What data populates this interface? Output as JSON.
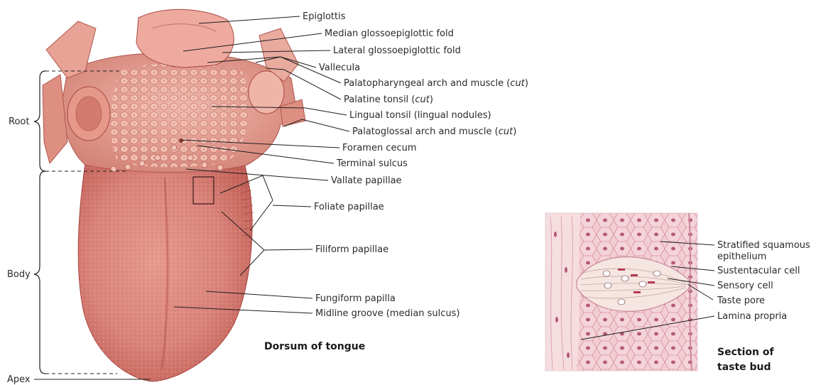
{
  "captions": {
    "dorsum": "Dorsum of tongue",
    "section_line1": "Section of",
    "section_line2": "taste bud"
  },
  "regions": {
    "root": "Root",
    "body": "Body",
    "apex": "Apex"
  },
  "tongue_labels": {
    "epiglottis": "Epiglottis",
    "median_fold": "Median glossoepiglottic fold",
    "lateral_fold": "Lateral glossoepiglottic fold",
    "vallecula": "Vallecula",
    "palatopharyngeal_main": "Palatopharyngeal arch and muscle (",
    "palatopharyngeal_cut": "cut",
    "palatopharyngeal_close": ")",
    "palatine_main": "Palatine tonsil (",
    "palatine_cut": "cut",
    "palatine_close": ")",
    "lingual_tonsil": "Lingual tonsil (lingual nodules)",
    "palatoglossal_main": "Palatoglossal arch and muscle (",
    "palatoglossal_cut": "cut",
    "palatoglossal_close": ")",
    "foramen_cecum": "Foramen cecum",
    "terminal_sulcus": "Terminal sulcus",
    "vallate": "Vallate papillae",
    "foliate": "Foliate papillae",
    "filiform": "Filiform papillae",
    "fungiform": "Fungiform papilla",
    "midline_groove": "Midline groove (median sulcus)"
  },
  "section_labels": {
    "stratified_line1": "Stratified squamous",
    "stratified_line2": "epithelium",
    "sustentacular": "Sustentacular cell",
    "sensory": "Sensory cell",
    "taste_pore": "Taste pore",
    "lamina_propria": "Lamina propria"
  },
  "colors": {
    "tongue_body": "#d9837a",
    "tongue_light": "#ecb3a6",
    "tongue_dark": "#b7574f",
    "tissue_bg": "#f0c9cf",
    "cell_nucleus": "#b55a7a",
    "taste_bud": "#f6e6e2"
  }
}
